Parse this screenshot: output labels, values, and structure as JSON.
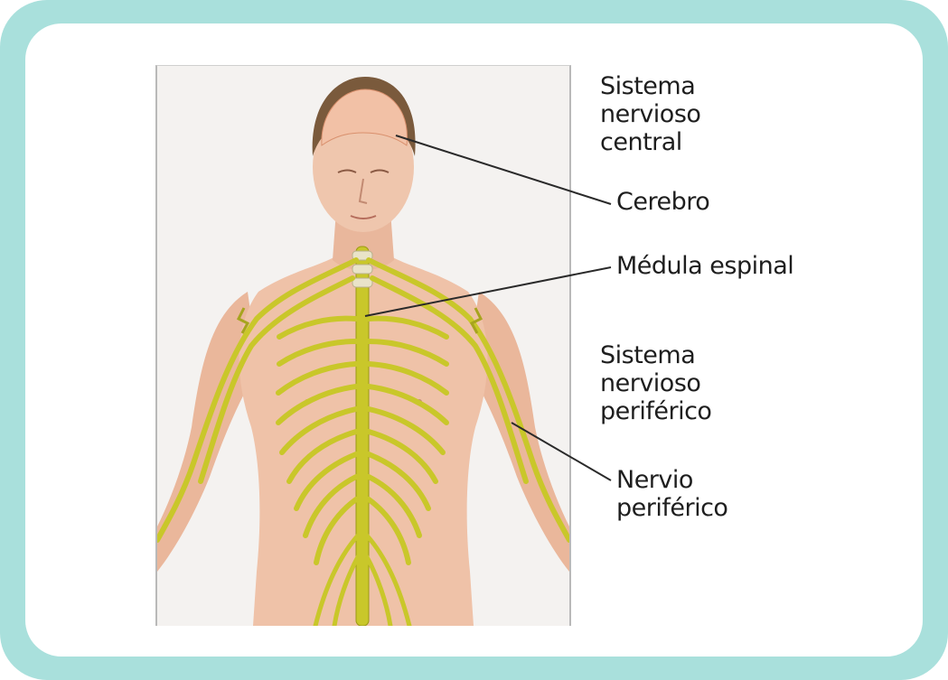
{
  "labels": {
    "cns_heading": "Sistema\nnervioso\ncentral",
    "brain": "Cerebro",
    "spinal_cord": "Médula espinal",
    "pns_heading": "Sistema\nnervioso\nperiférico",
    "peripheral_nerve": "Nervio\nperiférico"
  },
  "colors": {
    "frame": "#a9e0dc",
    "skin": "#efc2a8",
    "nerve": "#c9c72a",
    "hair": "#7a5a3c",
    "brain": "#f2c1a6"
  }
}
